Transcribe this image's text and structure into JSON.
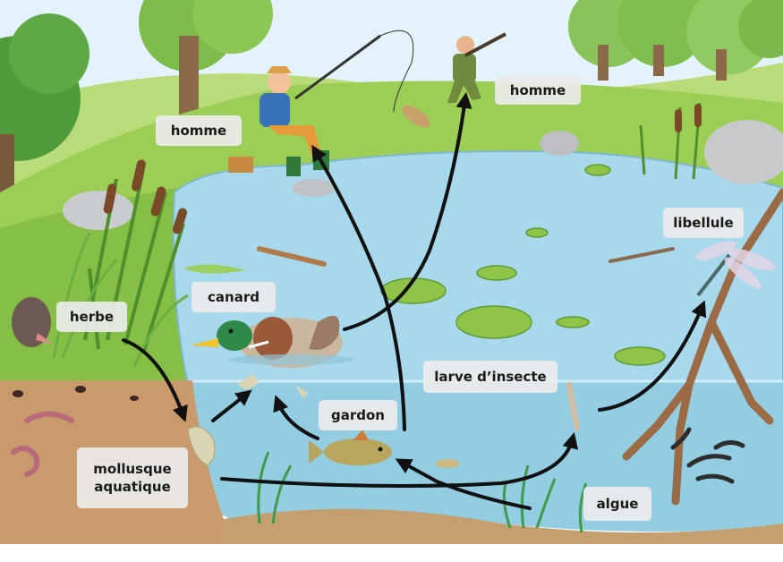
{
  "labels": {
    "homme_fisher": "homme",
    "homme_hunter": "homme",
    "libellule": "libellule",
    "canard": "canard",
    "herbe": "herbe",
    "larve": "larve d’insecte",
    "gardon": "gardon",
    "mollusque": "mollusque\naquatique",
    "algue": "algue"
  },
  "colors": {
    "sky": "#dff0fa",
    "grass": "#8cc63f",
    "pond": "#a9d7ea",
    "underwater": "#8fcae0",
    "soil": "#c99a6b",
    "arrow": "#111111",
    "label_bg": "#ececec"
  },
  "links": [
    {
      "from": "herbe",
      "to": "mollusque aquatique"
    },
    {
      "from": "mollusque aquatique",
      "to": "canard"
    },
    {
      "from": "mollusque aquatique",
      "to": "larve d’insecte"
    },
    {
      "from": "algue",
      "to": "gardon"
    },
    {
      "from": "gardon",
      "to": "canard"
    },
    {
      "from": "gardon",
      "to": "homme"
    },
    {
      "from": "canard",
      "to": "homme"
    },
    {
      "from": "larve d’insecte",
      "to": "libellule"
    }
  ]
}
